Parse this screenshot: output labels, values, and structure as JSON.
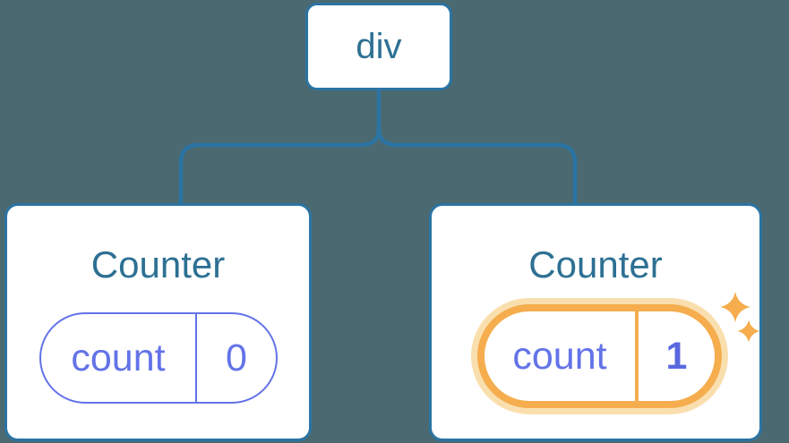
{
  "colors": {
    "background": "#4A6970",
    "connector_stroke": "#2B74A4",
    "label_text": "#2D7093",
    "state_purple": "#6373E8",
    "state_value_bold": "#5A68DF",
    "highlight_orange": "#F5AD4E",
    "highlight_glow": "#FADFAE",
    "card_background": "#FFFFFF"
  },
  "tree": {
    "root": {
      "label": "div"
    },
    "children": [
      {
        "title": "Counter",
        "state_key": "count",
        "state_value": "0",
        "highlighted": false
      },
      {
        "title": "Counter",
        "state_key": "count",
        "state_value": "1",
        "highlighted": true
      }
    ]
  },
  "icons": {
    "sparkle": "four-point star glyph (state updated indicator)"
  }
}
